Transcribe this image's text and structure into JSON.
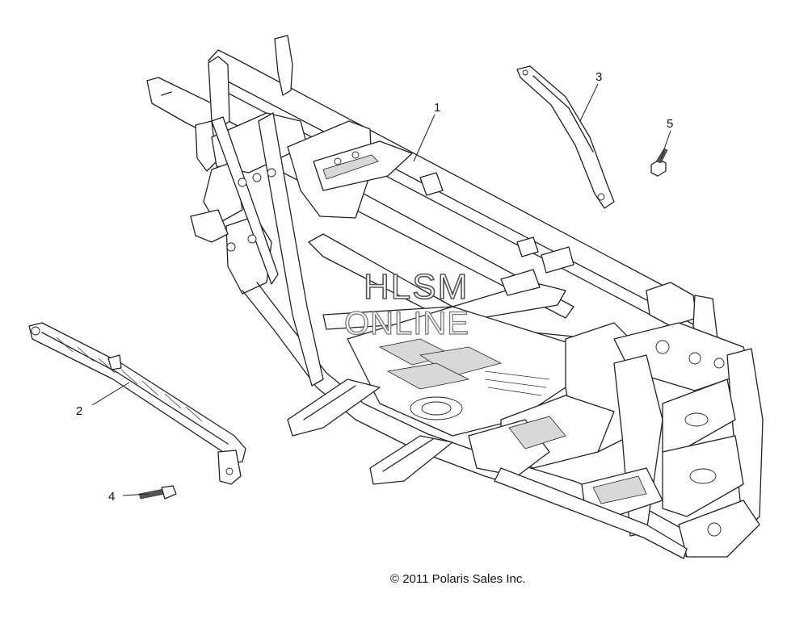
{
  "callouts": [
    {
      "id": "1",
      "label": "1"
    },
    {
      "id": "2",
      "label": "2"
    },
    {
      "id": "3",
      "label": "3"
    },
    {
      "id": "4",
      "label": "4"
    },
    {
      "id": "5",
      "label": "5"
    }
  ],
  "watermark": {
    "line1": "HLSM",
    "line2": "ONLINE"
  },
  "copyright": "© 2011 Polaris Sales Inc."
}
